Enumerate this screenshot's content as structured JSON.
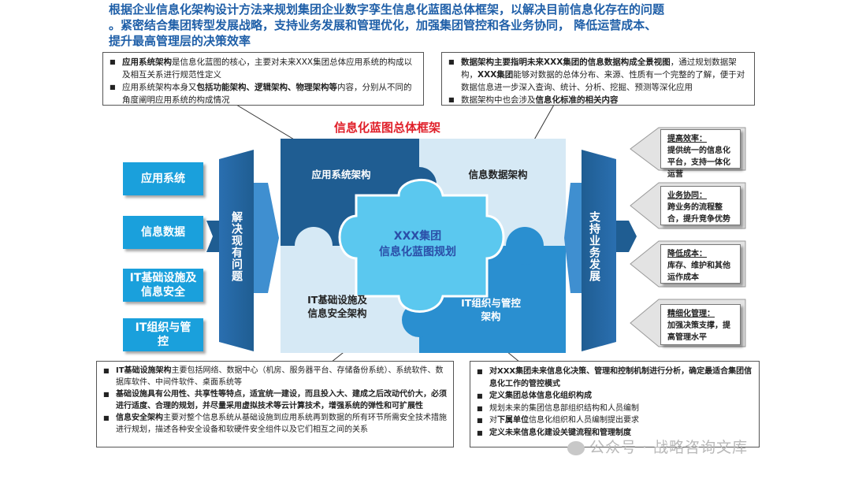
{
  "header": {
    "line1": "根据企业信息化架构设计方法来规划集团企业数字孪生信息化蓝图总体框架，以解决目前信息化存在的问题",
    "line2": "。紧密结合集团转型发展战略，支持业务发展和管理优化，加强集团管控和各业务协同， 降低运营成本、",
    "line3": "提升最高管理层的决策效率"
  },
  "diagram_title": "信息化蓝图总体框架",
  "center": {
    "line1": "XXX集团",
    "line2": "信息化蓝图规划"
  },
  "quadrants": {
    "top_left": "应用系统架构",
    "top_right": "信息数据架构",
    "bottom_left_1": "IT基础设施及",
    "bottom_left_2": "信息安全架构",
    "bottom_right_1": "IT组织与管控",
    "bottom_right_2": "架构"
  },
  "left_arrow_text": "解决现有问题",
  "right_arrow_text": "支持业务发展",
  "left_items": [
    "应用系统",
    "信息数据",
    "IT基础设施及信息安全",
    "IT组织与管控"
  ],
  "right_items": [
    {
      "title": "提高效率：",
      "desc": "提供统一的信息化平台，支持一体化运营"
    },
    {
      "title": "业务协同：",
      "desc": "跨业务的流程整合，提升竞争优势"
    },
    {
      "title": "降低成本：",
      "desc": "库存、维护和其他运作成本"
    },
    {
      "title": "精细化管理：",
      "desc": "加强决策支撑，提高管理水平"
    }
  ],
  "box_top_left": {
    "b1_bold": "应用系统架构",
    "b1_text": "是信息化蓝图的核心，主要对未来XXX集团总体应用系统的构成以及相互关系进行规范性定义",
    "b2_pre": "应用系统架构本身又",
    "b2_bold": "包括功能架构、逻辑架构、物理架构等",
    "b2_post": "内容，分别从不同的角度阐明应用系统的构成情况"
  },
  "box_top_right": {
    "b1_bold": "数据架构主要指明未来XXX集团的信息数据构成全景视图",
    "b1_text": "，通过规划数据架构，",
    "b1_bold2": "XXX集团",
    "b1_text2": "能够对数据的总体分布、来源、性质有一个完整的了解，便于对数据信息进一步深入查询、统计、分析、挖掘、预测等深化应用",
    "b2_pre": "数据架构中也会涉及",
    "b2_bold": "信息化标准的相关内容"
  },
  "box_bottom_left": {
    "b1_bold": "IT基础设施架构",
    "b1_text": "主要包括网络、数据中心（机房、服务器平台、存储备份系统）、系统软件、数据库软件、中间件软件、桌面系统等",
    "b2_bold": "基础设施具有公用性、共享性等特点，适宜统一建设，而且投入大、建成之后改动代价大，必须进行适度、合理的规划，并尽量采用虚拟技术等云计算技术，增强系统的弹性和可扩展性",
    "b3_bold": "信息安全架构",
    "b3_text": "主要对整个信息系统从基础设施到应用系统再到数据的所有环节所需安全技术措施进行规划，描述各种安全设备和软硬件安全组件以及它们相互之间的关系"
  },
  "box_bottom_right": {
    "b1_pre": "对",
    "b1_bold": "XXX集团未来信息化决策、管理和控制机制进行分析，确定最适合集团信息化工作的管控模式",
    "b2_bold": "定义集团总体信息化组织构成",
    "b3_text": "规划未来的集团信息部组织结构和人员编制",
    "b4_pre": "对",
    "b4_bold": "下属单位",
    "b4_text": "信息化组织和人员编制提出要求",
    "b5_bold": "定义未来信息化建设关键流程和管理制度"
  },
  "watermark": "公众号 · 战略咨询文库",
  "colors": {
    "header_blue": "#1f5fa8",
    "title_red": "#e0202a",
    "dark_blue": "#1f5d92",
    "pale_blue": "#d6e9f5",
    "mid_blue": "#2a8fd0",
    "cyan": "#5bc8ef"
  }
}
